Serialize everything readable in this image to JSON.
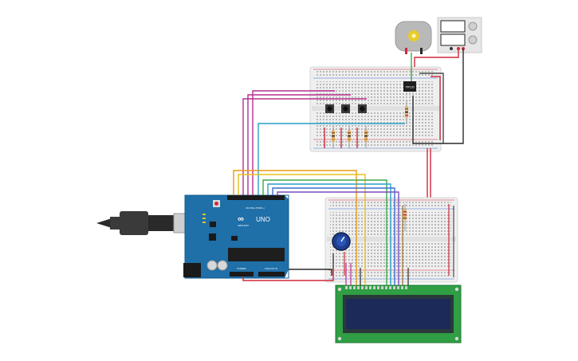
{
  "board": {
    "logo": "∞",
    "name": "UNO",
    "brand": "ARDUINO",
    "digital_label": "DIGITAL (PWM~)",
    "power_label": "POWER",
    "analog_label": "ANALOG IN",
    "aref_label": "AREF",
    "gnd_label": "GND",
    "chip_color": "#1e1e1e",
    "board_color": "#1f6fa8"
  },
  "transistor": {
    "label": "TIP120"
  },
  "colors": {
    "wire_magenta": "#b52f8e",
    "wire_cyan": "#2a9fc9",
    "wire_orange": "#e89a1a",
    "wire_yellow": "#e3c21a",
    "wire_green": "#3aa84a",
    "wire_blue": "#3a6fd0",
    "wire_purple": "#7a4ec0",
    "wire_red": "#d0283a",
    "wire_black": "#2a2a2a",
    "wire_brown": "#9a6a2a",
    "lcd_pcb": "#2f9e44",
    "lcd_screen": "#1c2a5a",
    "breadboard": "#efefef"
  }
}
